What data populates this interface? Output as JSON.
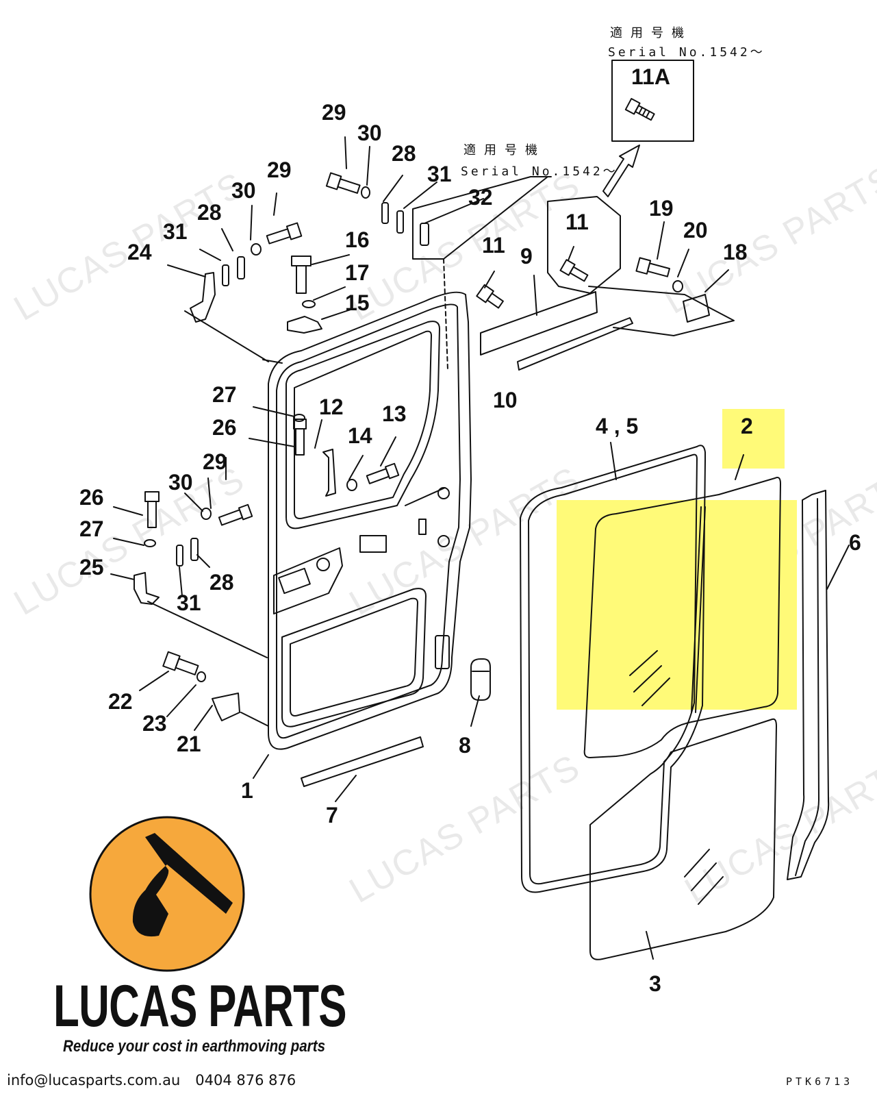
{
  "watermark": "LUCAS PARTS",
  "serial_box": {
    "jp_label": "適用号機",
    "serial_label": "Serial No.1542～",
    "part": "11A"
  },
  "serial_note": {
    "jp_label": "適用号機",
    "serial_label": "Serial No.1542～"
  },
  "callouts": {
    "c29a": "29",
    "c30a": "30",
    "c28a": "28",
    "c31a": "31",
    "c32": "32",
    "c29b": "29",
    "c30b": "30",
    "c28b": "28",
    "c31b": "31",
    "c24": "24",
    "c16": "16",
    "c17": "17",
    "c15": "15",
    "c11a": "11",
    "c11b": "11",
    "c9": "9",
    "c10": "10",
    "c19": "19",
    "c20": "20",
    "c18": "18",
    "c27a": "27",
    "c12": "12",
    "c26a": "26",
    "c14": "14",
    "c13": "13",
    "c29c": "29",
    "c30c": "30",
    "c26b": "26",
    "c27b": "27",
    "c25": "25",
    "c31c": "31",
    "c28c": "28",
    "c22": "22",
    "c23": "23",
    "c21": "21",
    "c1": "1",
    "c7": "7",
    "c8": "8",
    "c45": "4 , 5",
    "c2": "2",
    "c6": "6",
    "c3": "3"
  },
  "highlight_color": "#fffa78",
  "logo": {
    "brand": "LUCAS PARTS",
    "tagline": "Reduce your cost in earthmoving parts",
    "circle_color": "#f6a83c"
  },
  "contact": {
    "email": "info@lucasparts.com.au",
    "phone": "0404 876 876"
  },
  "drawing_code": "PTK6713"
}
